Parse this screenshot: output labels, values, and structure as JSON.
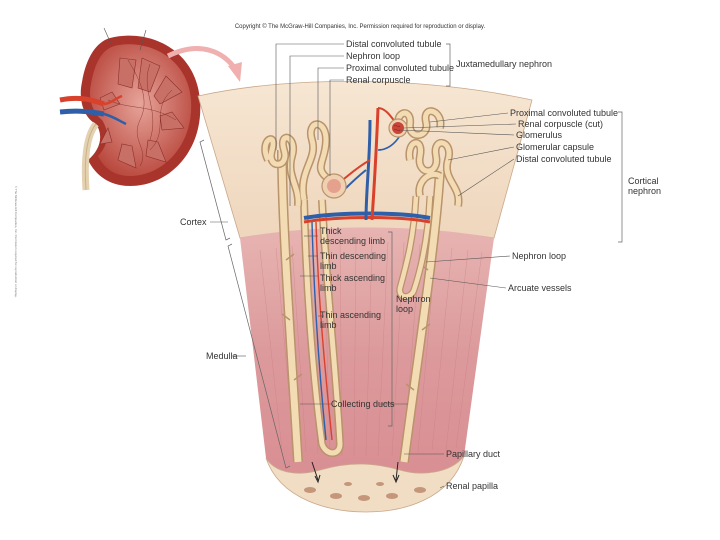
{
  "copyright": "Copyright © The McGraw-Hill Companies, Inc. Permission required for reproduction or display.",
  "credit": "© The McGraw-Hill Companies, Inc. Permission required for reproduction or display.",
  "labels": {
    "distal_convoluted_tubule": "Distal convoluted tubule",
    "nephron_loop": "Nephron loop",
    "proximal_convoluted_tubule": "Proximal convoluted tubule",
    "renal_corpuscle": "Renal corpuscle",
    "juxtamedullary_nephron": "Juxtamedullary nephron",
    "proximal_convoluted_tubule_2": "Proximal convoluted tubule",
    "renal_corpuscle_cut": "Renal corpuscle (cut)",
    "glomerulus": "Glomerulus",
    "glomerular_capsule": "Glomerular capsule",
    "distal_convoluted_tubule_2": "Distal convoluted tubule",
    "cortical_nephron_1": "Cortical",
    "cortical_nephron_2": "nephron",
    "cortex": "Cortex",
    "thick_descending_1": "Thick",
    "thick_descending_2": "descending limb",
    "thin_descending_1": "Thin descending",
    "thin_descending_2": "limb",
    "thick_ascending_1": "Thick ascending",
    "thick_ascending_2": "limb",
    "thin_ascending_1": "Thin ascending",
    "thin_ascending_2": "limb",
    "nephron_loop_mid_1": "Nephron",
    "nephron_loop_mid_2": "loop",
    "nephron_loop_right": "Nephron loop",
    "arcuate_vessels": "Arcuate vessels",
    "medulla": "Medulla",
    "collecting_ducts": "Collecting ducts",
    "papillary_duct": "Papillary duct",
    "renal_papilla": "Renal papilla"
  },
  "colors": {
    "cortex": "#f1dcc4",
    "medulla": "#dc9a9c",
    "tubule": "#f3dcb4",
    "tubule_edge": "#b8936b",
    "artery": "#d8412c",
    "vein": "#2e5fa8",
    "kidney_outer": "#a8342c",
    "arrow": "#f0b0b0"
  }
}
